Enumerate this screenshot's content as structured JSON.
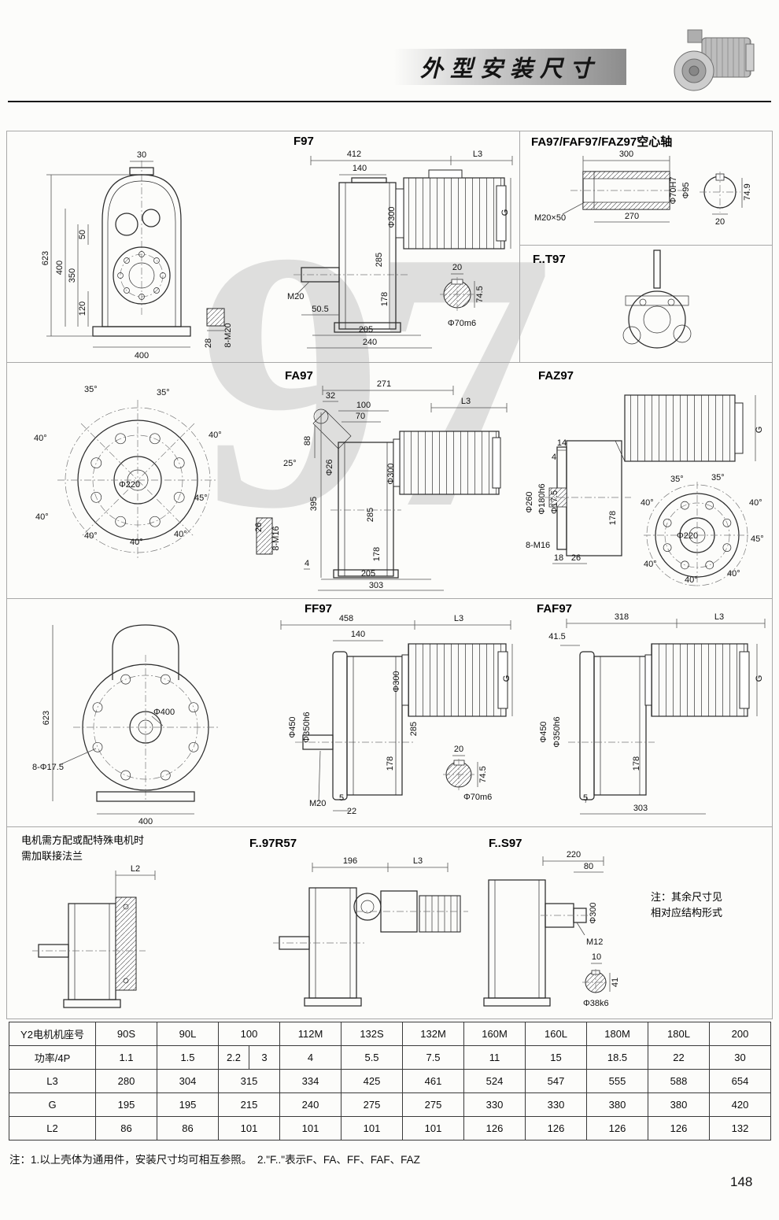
{
  "page": {
    "header_title": "外型安装尺寸",
    "page_number": "148",
    "watermark": "97",
    "footnote": "注：1.以上壳体为通用件，安装尺寸均可相互参照。　2.\"F..\"表示F、FA、FF、FAF、FAZ"
  },
  "panels": {
    "front_top": {
      "dims": [
        "30",
        "50",
        "350",
        "400",
        "120",
        "623",
        "400",
        "28",
        "8-M20"
      ]
    },
    "f97": {
      "title": "F97",
      "dims": [
        "412",
        "L3",
        "140",
        "M20",
        "Φ300",
        "285",
        "178",
        "G",
        "50.5",
        "205",
        "240",
        "20",
        "74.5",
        "Φ70m6"
      ]
    },
    "hollow": {
      "title": "FA97/FAF97/FAZ97空心轴",
      "dims": [
        "300",
        "270",
        "M20×50",
        "Φ70H7",
        "Φ95",
        "74.9",
        "20"
      ]
    },
    "ft97": {
      "title": "F..T97"
    },
    "flange_mid": {
      "dims": [
        "40°",
        "35°",
        "35°",
        "40°",
        "45°",
        "40°",
        "40°",
        "40°",
        "40°",
        "Φ220"
      ]
    },
    "fa97": {
      "title": "FA97",
      "dims": [
        "271",
        "32",
        "100",
        "70",
        "88",
        "25°",
        "Φ26",
        "L3",
        "395",
        "Φ300",
        "285",
        "178",
        "26",
        "8-M16",
        "4",
        "205",
        "303"
      ]
    },
    "faz97": {
      "title": "FAZ97",
      "dims": [
        "14",
        "4",
        "Φ260",
        "Φ180h6",
        "Φ17.5",
        "178",
        "8-M16",
        "18",
        "26",
        "G",
        "Φ220",
        "35°",
        "35°",
        "40°",
        "40°",
        "45°",
        "40°",
        "40°",
        "40°"
      ]
    },
    "front_bottom": {
      "dims": [
        "623",
        "Φ400",
        "8-Φ17.5",
        "400"
      ]
    },
    "ff97": {
      "title": "FF97",
      "dims": [
        "458",
        "L3",
        "140",
        "Φ450",
        "Φ350h6",
        "Φ300",
        "285",
        "178",
        "M20",
        "5",
        "22",
        "G",
        "20",
        "74.5",
        "Φ70m6"
      ]
    },
    "faf97": {
      "title": "FAF97",
      "dims": [
        "318",
        "L3",
        "41.5",
        "Φ450",
        "Φ350h6",
        "178",
        "G",
        "5",
        "303"
      ]
    },
    "flange_note": {
      "note_line1": "电机需方配或配特殊电机时",
      "note_line2": "需加联接法兰",
      "dims": [
        "L2"
      ]
    },
    "fr57": {
      "title": "F..97R57",
      "dims": [
        "196",
        "L3"
      ]
    },
    "fs97": {
      "title": "F..S97",
      "dims": [
        "220",
        "80",
        "Φ300",
        "M12",
        "10",
        "41",
        "Φ38k6"
      ],
      "note_line1": "注：其余尺寸见",
      "note_line2": "相对应结构形式"
    }
  },
  "table": {
    "rows": [
      {
        "label": "Y2电机机座号",
        "cells": [
          "90S",
          "90L",
          "100",
          "112M",
          "132S",
          "132M",
          "160M",
          "160L",
          "180M",
          "180L",
          "200"
        ]
      },
      {
        "label": "功率/4P",
        "cells": [
          "1.1",
          "1.5",
          "2.2",
          "3",
          "4",
          "5.5",
          "7.5",
          "11",
          "15",
          "18.5",
          "22",
          "30"
        ]
      },
      {
        "label": "L3",
        "cells": [
          "280",
          "304",
          "315",
          "334",
          "425",
          "461",
          "524",
          "547",
          "555",
          "588",
          "654"
        ]
      },
      {
        "label": "G",
        "cells": [
          "195",
          "195",
          "215",
          "240",
          "275",
          "275",
          "330",
          "330",
          "380",
          "380",
          "420"
        ]
      },
      {
        "label": "L2",
        "cells": [
          "86",
          "86",
          "101",
          "101",
          "101",
          "101",
          "126",
          "126",
          "126",
          "126",
          "132"
        ]
      }
    ]
  }
}
